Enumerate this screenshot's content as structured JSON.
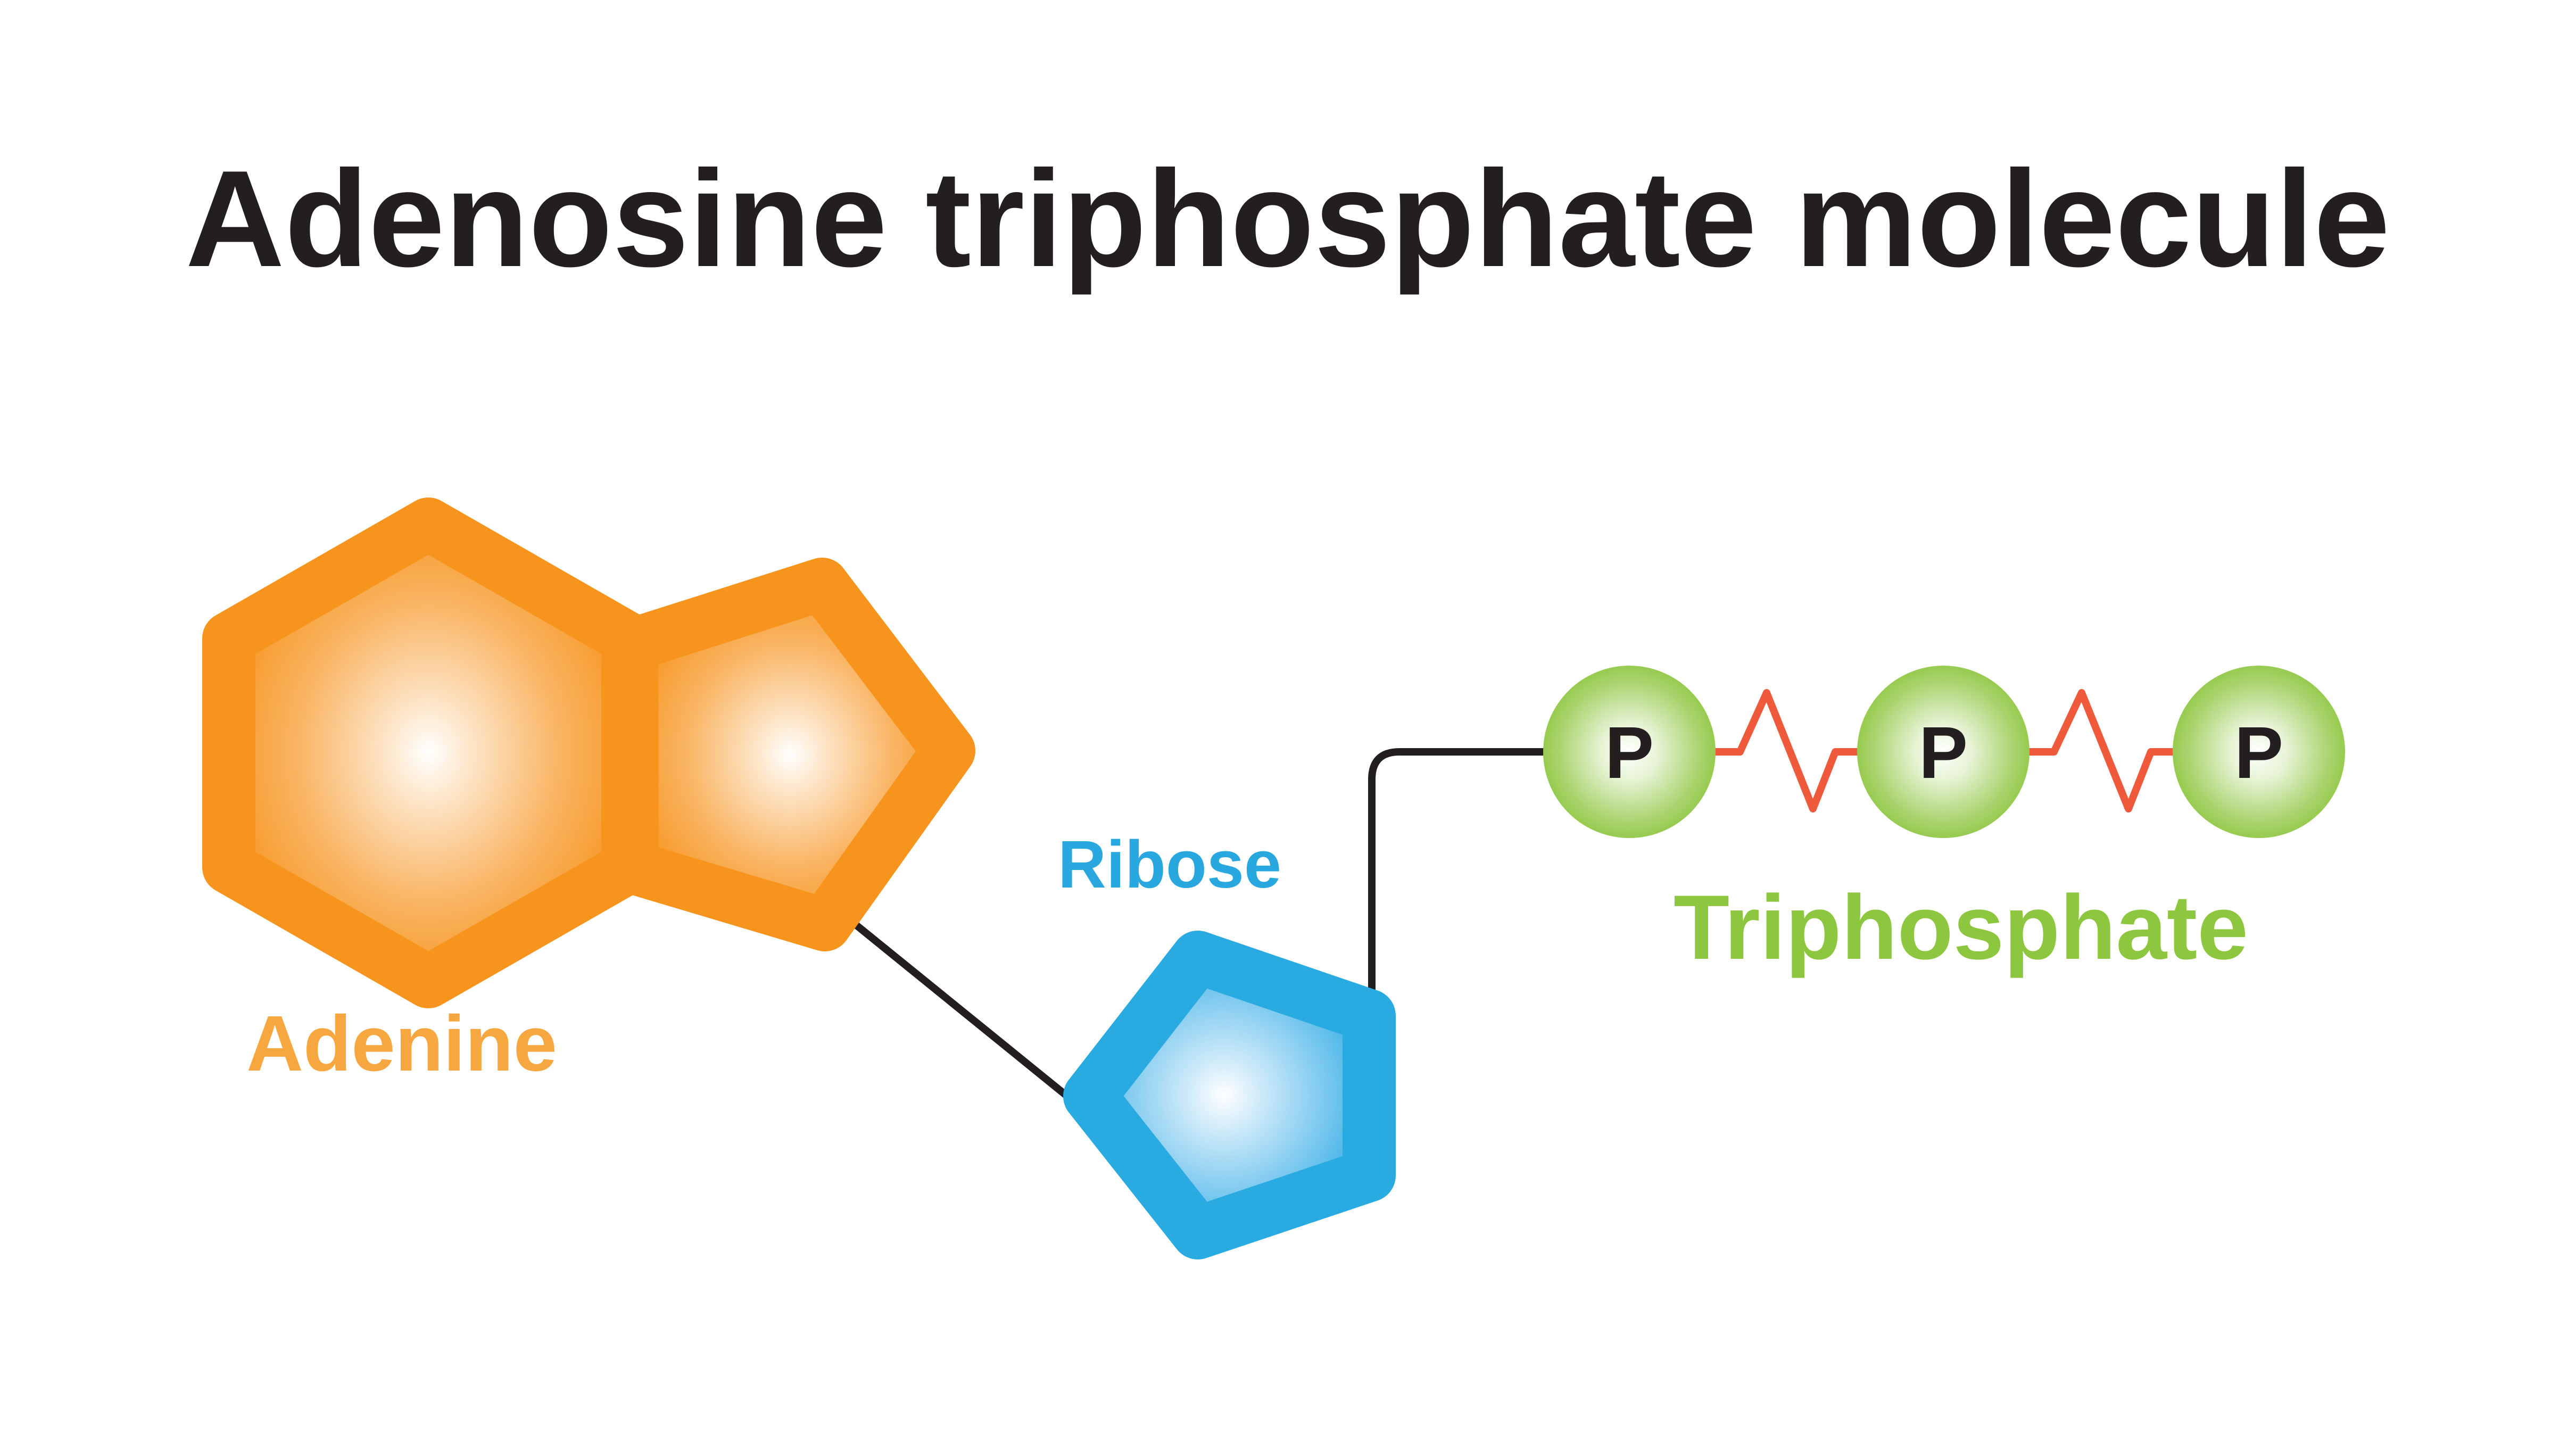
{
  "title": "Adenosine triphosphate molecule",
  "labels": {
    "adenine": "Adenine",
    "ribose": "Ribose",
    "triphosphate": "Triphosphate"
  },
  "phosphate_groups": [
    {
      "symbol": "P"
    },
    {
      "symbol": "P"
    },
    {
      "symbol": "P"
    }
  ],
  "colors": {
    "title": "#231f20",
    "adenine": "#f7941d",
    "adenine_label": "#f7a740",
    "ribose": "#29abe2",
    "ribose_label": "#29a8e0",
    "phosphate": "#8dc63f",
    "triphosphate_label": "#8dc63f",
    "bond": "#231f20",
    "high_energy_bond": "#ef5a3c"
  }
}
